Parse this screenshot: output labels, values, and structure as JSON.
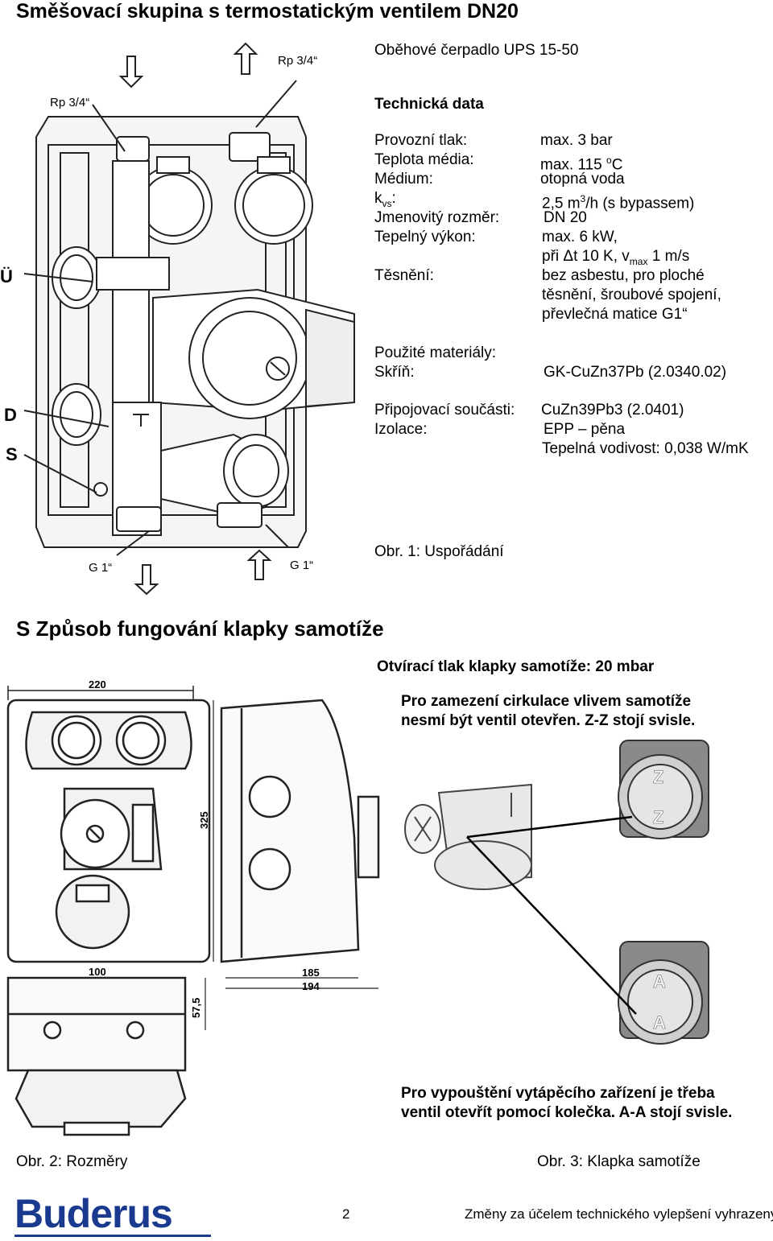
{
  "title": "Směšovací skupina s termostatickým ventilem DN20",
  "fig1": {
    "labels": {
      "rp_top": "Rp 3/4“",
      "rp_left": "Rp 3/4“",
      "u": "Ü",
      "d": "D",
      "s": "S",
      "g_left": "G 1“",
      "g_right": "G 1“"
    },
    "caption": "Obr. 1: Uspořádání"
  },
  "pump": "Oběhové čerpadlo UPS 15-50",
  "tech": {
    "heading": "Technická data",
    "rows": [
      {
        "k": "Provozní tlak:",
        "v": "max. 3 bar"
      },
      {
        "k": "Médium:",
        "v": "otopná voda"
      },
      {
        "k": "Jmenovitý rozměr:",
        "v": "DN 20"
      },
      {
        "k": "Tepelný výkon:",
        "v": "max. 6 kW,"
      }
    ],
    "temp_label": "Teplota média:",
    "temp_value": "max. 115",
    "temp_sup": "o",
    "temp_unit": "C",
    "kvs_k": "k",
    "kvs_sub": "vs",
    "kvs_colon": ":",
    "kvs_value": "2,5 m",
    "kvs_sup": "3",
    "kvs_tail": "/h (s bypassem)",
    "power_line2a": "při Δt 10 K, v",
    "power_sub": "max",
    "power_line2b": " 1 m/s",
    "seal_label": "Těsnění:",
    "seal_lines": [
      "bez asbestu, pro ploché",
      "těsnění, šroubové spojení,",
      "převlečná matice G1“"
    ],
    "materials_heading": "Použité materiály:",
    "housing_label": "Skříň:",
    "housing_value": "GK-CuZn37Pb (2.0340.02)",
    "conn_label": "Připojovací součásti:",
    "conn_value": "CuZn39Pb3 (2.0401)",
    "insul_label": "Izolace:",
    "insul_value": "EPP – pěna",
    "insul_value2": "Tepelná vodivost: 0,038 W/mK"
  },
  "section2": {
    "title": "S  Způsob fungování klapky samotíže",
    "open_pressure": "Otvírací tlak klapky samotíže: 20 mbar",
    "note1_l1": "Pro zamezení cirkulace vlivem samotíže",
    "note1_l2": "nesmí být ventil otevřen. Z-Z stojí svisle.",
    "note2_l1": "Pro vypouštění vytápěcího zařízení je třeba",
    "note2_l2": "ventil otevřít pomocí kolečka. A-A stojí svisle.",
    "valve_z": "Z",
    "valve_a": "A"
  },
  "fig2": {
    "dims": {
      "w220": "220",
      "h325": "325",
      "w100": "100",
      "d185": "185",
      "d194": "194",
      "h575": "57,5"
    },
    "caption": "Obr. 2: Rozměry"
  },
  "fig3": {
    "caption": "Obr. 3: Klapka samotíže"
  },
  "footer": {
    "logo": "Buderus",
    "page": "2",
    "notice": "Změny za účelem technického vylepšení vyhrazeny!"
  },
  "colors": {
    "logo": "#1a3a8f",
    "drawing": "#222222",
    "shade": "#dddddd"
  }
}
